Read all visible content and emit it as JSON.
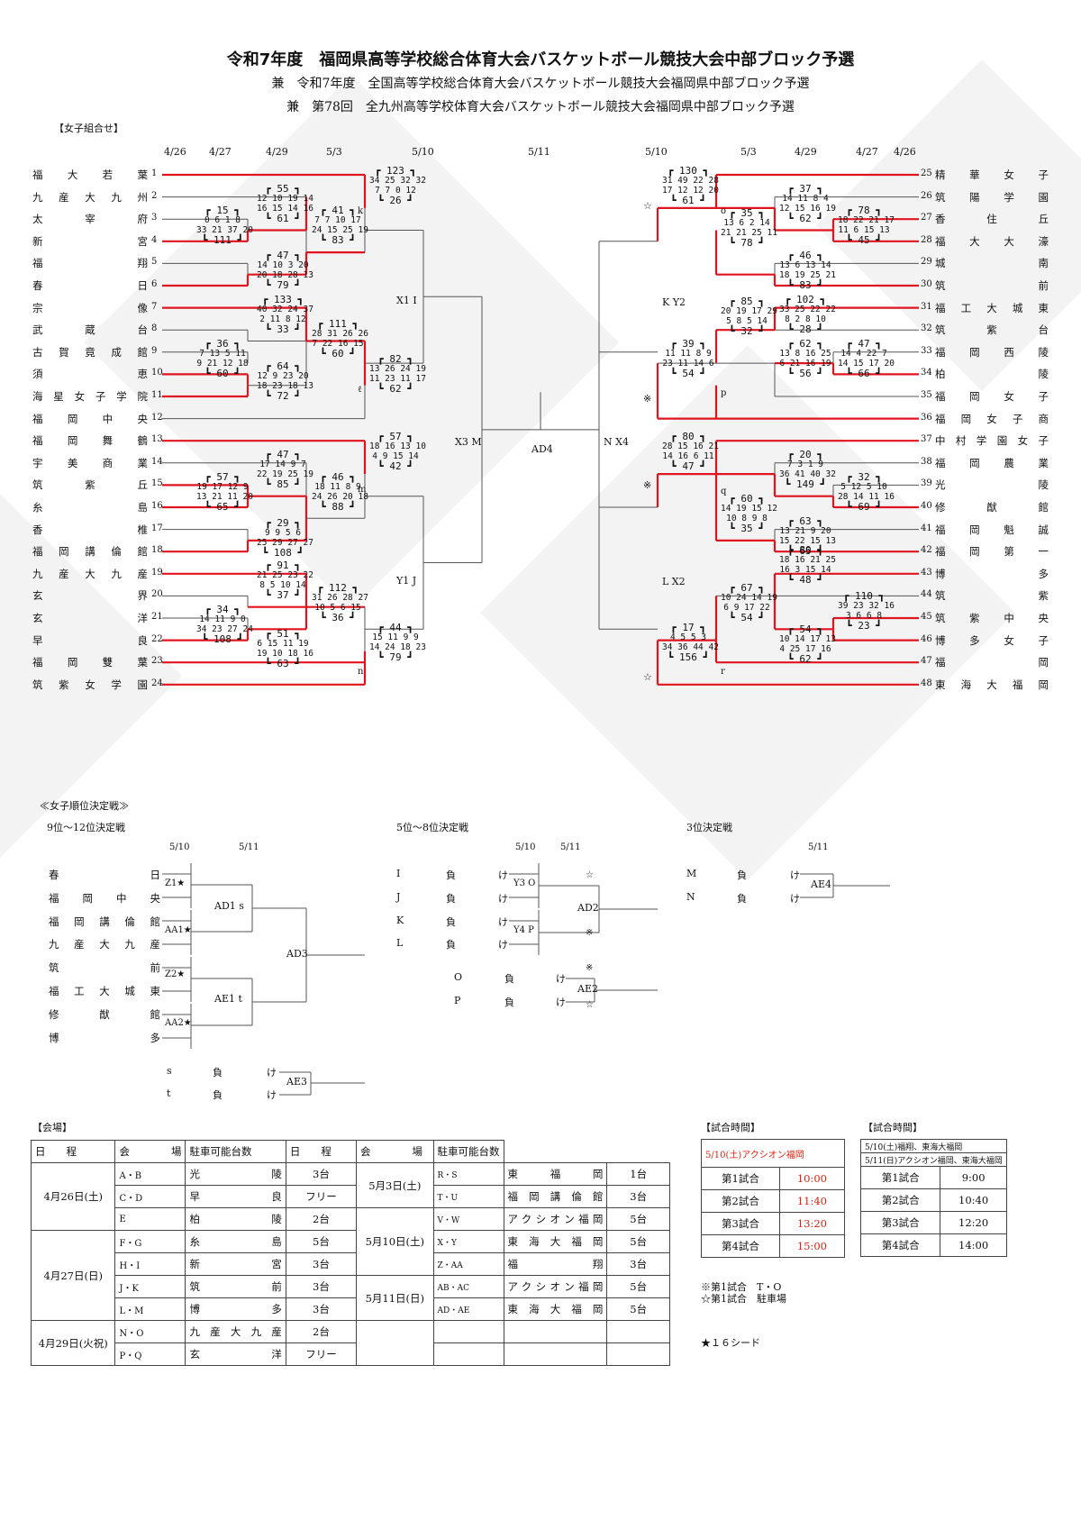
{
  "header": {
    "title": "令和7年度　福岡県高等学校総合体育大会バスケットボール競技大会中部ブロック予選",
    "sub1": "兼　令和7年度　全国高等学校総合体育大会バスケットボール競技大会福岡県中部ブロック予選",
    "sub2": "兼　第78回　全九州高等学校体育大会バスケットボール競技大会福岡県中部ブロック予選",
    "section": "【女子組合せ】"
  },
  "dates_left": [
    "4/26",
    "4/27",
    "4/29",
    "5/3",
    "5/10",
    "5/11"
  ],
  "dates_right": [
    "5/10",
    "5/3",
    "4/29",
    "4/27",
    "4/26"
  ],
  "left_teams": [
    {
      "name": "福大若葉",
      "no": "1"
    },
    {
      "name": "九産大九州",
      "no": "2"
    },
    {
      "name": "太宰府",
      "no": "3"
    },
    {
      "name": "新宮",
      "no": "4"
    },
    {
      "name": "福翔",
      "no": "5"
    },
    {
      "name": "春日",
      "no": "6"
    },
    {
      "name": "宗像",
      "no": "7"
    },
    {
      "name": "武蔵台",
      "no": "8"
    },
    {
      "name": "古賀竟成館",
      "no": "9"
    },
    {
      "name": "須恵",
      "no": "10"
    },
    {
      "name": "海星女子学院",
      "no": "11"
    },
    {
      "name": "福岡中央",
      "no": "12"
    },
    {
      "name": "福岡舞鶴",
      "no": "13"
    },
    {
      "name": "宇美商業",
      "no": "14"
    },
    {
      "name": "筑紫丘",
      "no": "15"
    },
    {
      "name": "糸島",
      "no": "16"
    },
    {
      "name": "香椎",
      "no": "17"
    },
    {
      "name": "福岡講倫館",
      "no": "18"
    },
    {
      "name": "九産大九産",
      "no": "19"
    },
    {
      "name": "玄界",
      "no": "20"
    },
    {
      "name": "玄洋",
      "no": "21"
    },
    {
      "name": "早良",
      "no": "22"
    },
    {
      "name": "福岡雙葉",
      "no": "23"
    },
    {
      "name": "筑紫女学園",
      "no": "24"
    }
  ],
  "right_teams": [
    {
      "name": "精華女子",
      "no": "25"
    },
    {
      "name": "筑陽学園",
      "no": "26"
    },
    {
      "name": "香住丘",
      "no": "27"
    },
    {
      "name": "福大大濠",
      "no": "28"
    },
    {
      "name": "城南",
      "no": "29"
    },
    {
      "name": "筑前",
      "no": "30"
    },
    {
      "name": "福工大城東",
      "no": "31"
    },
    {
      "name": "筑紫台",
      "no": "32"
    },
    {
      "name": "福岡西陵",
      "no": "33"
    },
    {
      "name": "柏陵",
      "no": "34"
    },
    {
      "name": "福岡女子",
      "no": "35"
    },
    {
      "name": "福岡女子商",
      "no": "36"
    },
    {
      "name": "中村学園女子",
      "no": "37"
    },
    {
      "name": "福岡農業",
      "no": "38"
    },
    {
      "name": "光陵",
      "no": "39"
    },
    {
      "name": "修猷館",
      "no": "40"
    },
    {
      "name": "福岡魁誠",
      "no": "41"
    },
    {
      "name": "福岡第一",
      "no": "42"
    },
    {
      "name": "博多",
      "no": "43"
    },
    {
      "name": "筑紫",
      "no": "44"
    },
    {
      "name": "筑紫中央",
      "no": "45"
    },
    {
      "name": "博多女子",
      "no": "46"
    },
    {
      "name": "福岡",
      "no": "47"
    },
    {
      "name": "東海大福岡",
      "no": "48"
    }
  ],
  "scores": [
    {
      "total": "55",
      "q1": "12 10 19 14",
      "q2": "16 15 14 16",
      "total2": "61"
    },
    {
      "total": "15",
      "q1": "0 6 1 8",
      "q2": "33 21 37 20",
      "total2": "111"
    },
    {
      "total": "47",
      "q1": "14 10 3 20",
      "q2": "20 18 28 13",
      "total2": "79"
    },
    {
      "total": "133",
      "q1": "40 32 24 37",
      "q2": "2 11 8 12",
      "total2": "33"
    },
    {
      "total": "36",
      "q1": "7 13 5 11",
      "q2": "9 21 12 18",
      "total2": "60"
    },
    {
      "total": "64",
      "q1": "12 9 23 20",
      "q2": "18 23 18 13",
      "total2": "72"
    },
    {
      "total": "41",
      "q1": "7 7 10 17",
      "q2": "24 15 25 19",
      "total2": "83"
    },
    {
      "total": "111",
      "q1": "28 31 26 26",
      "q2": "7 22 16 15",
      "total2": "60"
    },
    {
      "total": "123",
      "q1": "34 25 32 32",
      "q2": "7 7 0 12",
      "total2": "26"
    },
    {
      "total": "82",
      "q1": "13 26 24 19",
      "q2": "11 23 11 17",
      "total2": "62"
    },
    {
      "total": "47",
      "q1": "17 14 9 7",
      "q2": "22 19 25 19",
      "total2": "85"
    },
    {
      "total": "57",
      "q1": "19 17 12 9",
      "q2": "13 21 11 20",
      "total2": "65"
    },
    {
      "total": "29",
      "q1": "9 9 5 6",
      "q2": "25 29 27 27",
      "total2": "108"
    },
    {
      "total": "91",
      "q1": "21 25 23 22",
      "q2": "8 5 10 14",
      "total2": "37"
    },
    {
      "total": "34",
      "q1": "14 11 9 0",
      "q2": "34 23 27 24",
      "total2": "108"
    },
    {
      "total": "51",
      "q1": "6 15 11 19",
      "q2": "19 10 18 16",
      "total2": "63"
    },
    {
      "total": "46",
      "q1": "18 11 8 9",
      "q2": "24 26 20 18",
      "total2": "88"
    },
    {
      "total": "112",
      "q1": "31 26 28 27",
      "q2": "10 5 6 15",
      "total2": "36"
    },
    {
      "total": "57",
      "q1": "18 16 13 10",
      "q2": "4 9 15 14",
      "total2": "42"
    },
    {
      "total": "44",
      "q1": "15 11 9 9",
      "q2": "14 24 18 23",
      "total2": "79"
    },
    {
      "total": "130",
      "q1": "31 49 22 28",
      "q2": "17 12 12 20",
      "total2": "61"
    },
    {
      "total": "37",
      "q1": "14 11 8 4",
      "q2": "12 15 16 19",
      "total2": "62"
    },
    {
      "total": "78",
      "q1": "18 22 21 17",
      "q2": "11 6 15 13",
      "total2": "45"
    },
    {
      "total": "35",
      "q1": "13 6 2 14",
      "q2": "21 21 25 11",
      "total2": "78"
    },
    {
      "total": "46",
      "q1": "13 6 13 14",
      "q2": "18 19 25 21",
      "total2": "83"
    },
    {
      "total": "85",
      "q1": "20 19 17 29",
      "q2": "5 8 5 14",
      "total2": "32"
    },
    {
      "total": "102",
      "q1": "33 25 22 22",
      "q2": "8 2 8 10",
      "total2": "28"
    },
    {
      "total": "39",
      "q1": "11 11 8 9",
      "q2": "23 11 14 6",
      "total2": "54"
    },
    {
      "total": "62",
      "q1": "13 8 16 25",
      "q2": "6 21 16 19",
      "total2": "56"
    },
    {
      "total": "47",
      "q1": "14 4 22 7",
      "q2": "14 15 17 20",
      "total2": "66"
    },
    {
      "total": "80",
      "q1": "28 15 16 21",
      "q2": "14 16 6 11",
      "total2": "47"
    },
    {
      "total": "20",
      "q1": "7 3 1 9",
      "q2": "36 41 40 32",
      "total2": "149"
    },
    {
      "total": "32",
      "q1": "5 12 5 10",
      "q2": "28 14 11 16",
      "total2": "69"
    },
    {
      "total": "60",
      "q1": "14 19 15 12",
      "q2": "10 8 9 8",
      "total2": "35"
    },
    {
      "total": "63",
      "q1": "13 21 9 20",
      "q2": "15 22 15 13",
      "total2": "65"
    },
    {
      "total": "80",
      "q1": "18 16 21 25",
      "q2": "16 3 15 14",
      "total2": "48"
    },
    {
      "total": "67",
      "q1": "10 24 14 19",
      "q2": "6 9 17 22",
      "total2": "54"
    },
    {
      "total": "110",
      "q1": "39 23 32 16",
      "q2": "3 6 6 8",
      "total2": "23"
    },
    {
      "total": "17",
      "q1": "4 5 5 3",
      "q2": "34 36 44 42",
      "total2": "156"
    },
    {
      "total": "54",
      "q1": "10 14 17 13",
      "q2": "4 25 17 16",
      "total2": "62"
    }
  ],
  "bracket_labels": {
    "k": "k",
    "l": "ℓ",
    "m": "m",
    "n": "n",
    "o": "o",
    "p": "p",
    "q": "q",
    "r": "r",
    "x1": "X1 I",
    "y1": "Y1 J",
    "x3": "X3 M",
    "ad4": "AD4",
    "nx4": "N X4",
    "ky2": "K Y2",
    "lx2": "L X2",
    "star": "☆",
    "kome": "※"
  },
  "ranking": {
    "title": "≪女子順位決定戦≫",
    "r9": {
      "title": "9位～12位決定戦",
      "d1": "5/10",
      "d2": "5/11",
      "teams": [
        "春日",
        "福岡中央",
        "福岡講倫館",
        "九産大九産",
        "筑前",
        "福工大城東",
        "修猷館",
        "博多"
      ],
      "z1": "Z1★",
      "aa1": "AA1★",
      "z2": "Z2★",
      "aa2": "AA2★",
      "ad1": "AD1 s",
      "ae1": "AE1 t",
      "ad3": "AD3",
      "s": "s",
      "t": "t",
      "lose": "負",
      "ke": "け",
      "ae3": "AE3"
    },
    "r5": {
      "title": "5位～8位決定戦",
      "d1": "5/10",
      "d2": "5/11",
      "rows": [
        "I",
        "J",
        "K",
        "L"
      ],
      "y3": "Y3 O",
      "y4": "Y4 P",
      "ad2": "AD2",
      "o": "O",
      "p": "P",
      "ae2": "AE2"
    },
    "r3": {
      "title": "3位決定戦",
      "d1": "5/11",
      "rows": [
        "M",
        "N"
      ],
      "ae4": "AE4"
    }
  },
  "venue": {
    "title": "【会場】",
    "headers": [
      "日　　程",
      "会　　　　場",
      "駐車可能台数",
      "日　　程",
      "会　　　　場",
      "駐車可能台数"
    ],
    "left": [
      {
        "date": "4月26日(土)",
        "rows": [
          [
            "A・B",
            "光陵",
            "3台"
          ],
          [
            "C・D",
            "早良",
            "フリー"
          ],
          [
            "E",
            "柏陵",
            "2台"
          ]
        ]
      },
      {
        "date": "4月27日(日)",
        "rows": [
          [
            "F・G",
            "糸島",
            "5台"
          ],
          [
            "H・I",
            "新宮",
            "3台"
          ],
          [
            "J・K",
            "筑前",
            "3台"
          ],
          [
            "L・M",
            "博多",
            "3台"
          ]
        ]
      },
      {
        "date": "4月29日(火祝)",
        "rows": [
          [
            "N・O",
            "九産大九産",
            "2台"
          ],
          [
            "P・Q",
            "玄洋",
            "フリー"
          ]
        ]
      }
    ],
    "right": [
      {
        "date": "5月3日(土)",
        "rows": [
          [
            "R・S",
            "東福岡",
            "1台"
          ],
          [
            "T・U",
            "福岡講倫館",
            "3台"
          ]
        ]
      },
      {
        "date": "5月10日(土)",
        "rows": [
          [
            "V・W",
            "アクシオン福岡",
            "5台"
          ],
          [
            "X・Y",
            "東海大福岡",
            "5台"
          ],
          [
            "Z・AA",
            "福翔",
            "3台"
          ]
        ]
      },
      {
        "date": "5月11日(日)",
        "rows": [
          [
            "AB・AC",
            "アクシオン福岡",
            "5台"
          ],
          [
            "AD・AE",
            "東海大福岡",
            "5台"
          ]
        ]
      }
    ]
  },
  "time1": {
    "title": "【試合時間】",
    "header": "5/10(土)アクシオン福岡",
    "rows": [
      [
        "第1試合",
        "10:00"
      ],
      [
        "第2試合",
        "11:40"
      ],
      [
        "第3試合",
        "13:20"
      ],
      [
        "第4試合",
        "15:00"
      ]
    ],
    "note1": "※第1試合　T・O",
    "note2": "☆第1試合　駐車場",
    "note3": "★１６シード"
  },
  "time2": {
    "title": "【試合時間】",
    "header1": "5/10(土)福翔、東海大福岡",
    "header2": "5/11(日)アクシオン福岡、東海大福岡",
    "rows": [
      [
        "第1試合",
        "9:00"
      ],
      [
        "第2試合",
        "10:40"
      ],
      [
        "第3試合",
        "12:20"
      ],
      [
        "第4試合",
        "14:00"
      ]
    ]
  }
}
